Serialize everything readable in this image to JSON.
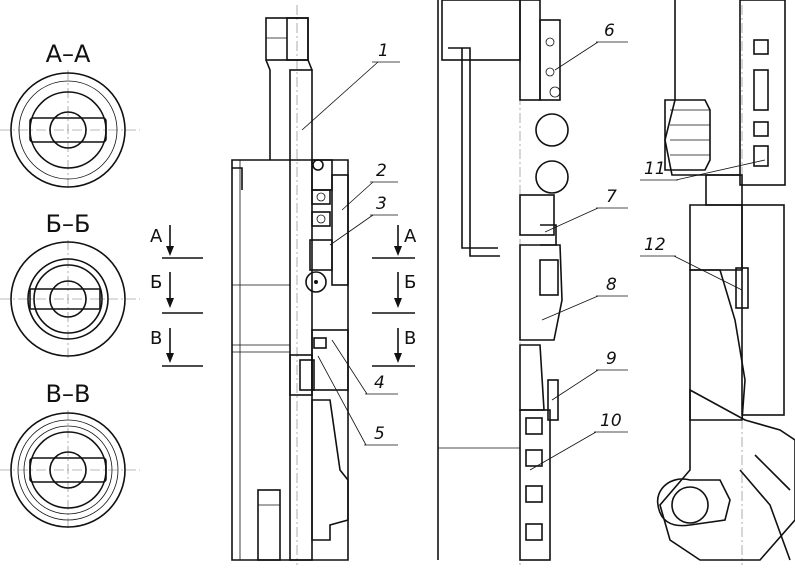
{
  "sections": [
    {
      "title": "А–А"
    },
    {
      "title": "Б–Б"
    },
    {
      "title": "В–В"
    }
  ],
  "cut_markers": {
    "left": [
      "А",
      "Б",
      "В"
    ],
    "right": [
      "А",
      "Б",
      "В"
    ]
  },
  "callouts": [
    "1",
    "2",
    "3",
    "4",
    "5",
    "6",
    "7",
    "8",
    "9",
    "10",
    "11",
    "12"
  ]
}
